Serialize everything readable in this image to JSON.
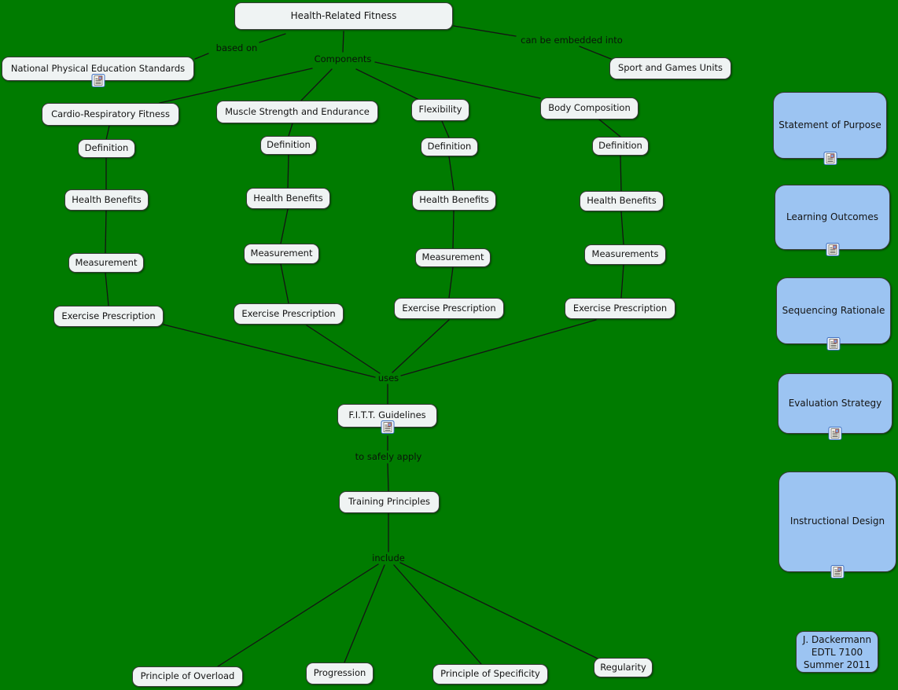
{
  "colors": {
    "bg": "#007B00",
    "node_fill": "#EFF3F3",
    "node_border": "#3B3B3B",
    "sidebar_fill": "#9CC4F2",
    "line": "#141414",
    "text": "#141414"
  },
  "icons": {
    "resource_icon": "document-page-with-image"
  },
  "map": {
    "title_node": "Health-Related Fitness",
    "standards_node": "National Physical Education Standards",
    "sport_node": "Sport and Games Units",
    "fitt_node": "F.I.T.T. Guidelines",
    "training_node": "Training Principles",
    "linking": {
      "based_on": "based on",
      "components": "Components",
      "embedded": "can be embedded into",
      "uses": "uses",
      "apply": "to safely apply",
      "include": "include"
    },
    "columns": [
      {
        "title": "Cardio-Respiratory Fitness",
        "rows": [
          "Definition",
          "Health Benefits",
          "Measurement",
          "Exercise Prescription"
        ]
      },
      {
        "title": "Muscle Strength and Endurance",
        "rows": [
          "Definition",
          "Health Benefits",
          "Measurement",
          "Exercise Prescription"
        ]
      },
      {
        "title": "Flexibility",
        "rows": [
          "Definition",
          "Health Benefits",
          "Measurement",
          "Exercise Prescription"
        ]
      },
      {
        "title": "Body Composition",
        "rows": [
          "Definition",
          "Health Benefits",
          "Measurements",
          "Exercise Prescription"
        ]
      }
    ],
    "principles": [
      "Principle of Overload",
      "Progression",
      "Principle of Specificity",
      "Regularity"
    ]
  },
  "sidebar": {
    "items": [
      "Statement of Purpose",
      "Learning Outcomes",
      "Sequencing Rationale",
      "Evaluation Strategy",
      "Instructional Design"
    ]
  },
  "credit": {
    "line1": "J. Dackermann",
    "line2": "EDTL 7100",
    "line3": "Summer 2011"
  }
}
